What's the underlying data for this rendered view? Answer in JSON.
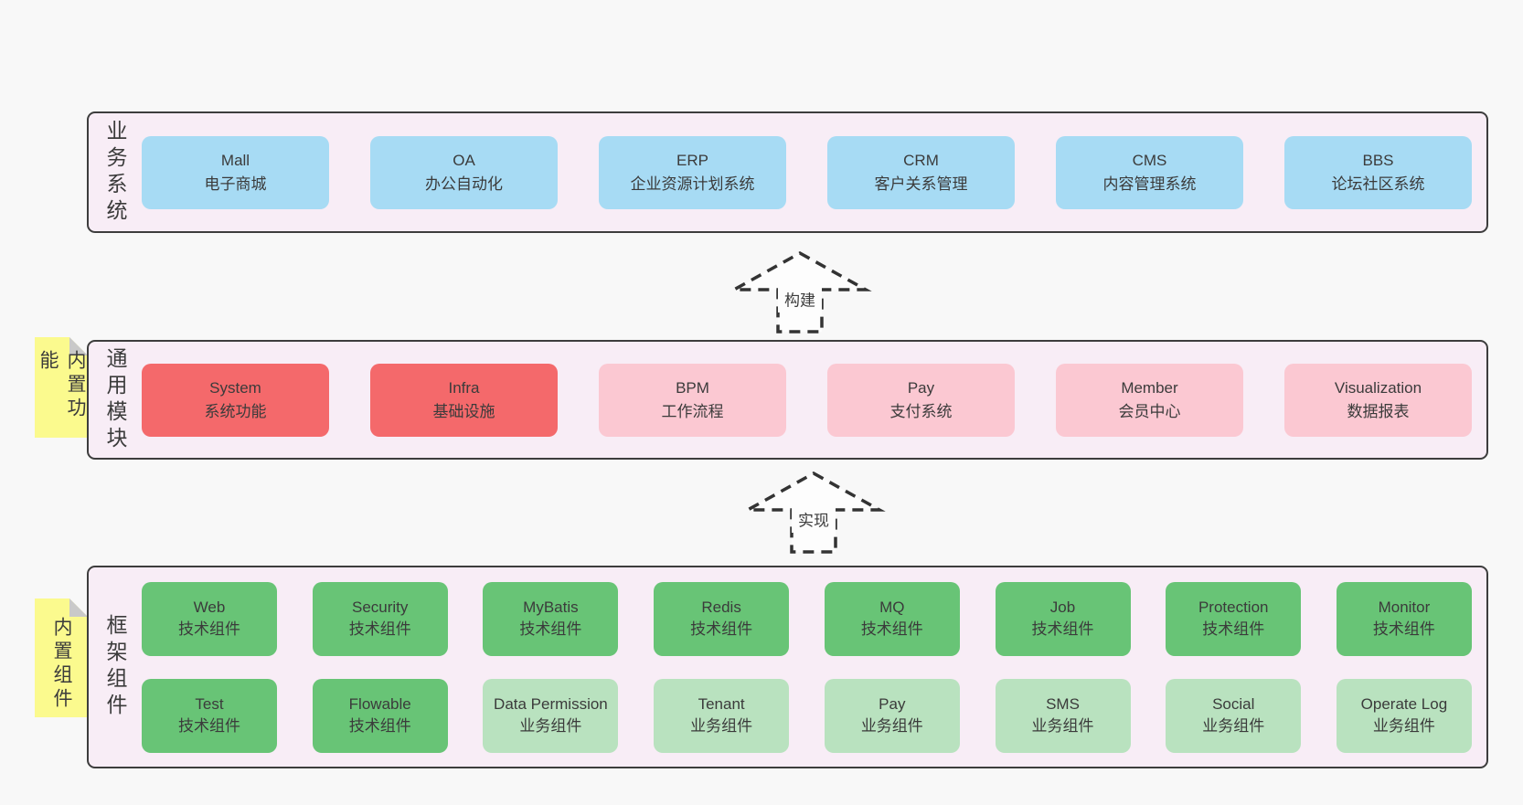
{
  "colors": {
    "page_bg": "#f8f8f8",
    "panel_bg": "#f8edf6",
    "panel_border": "#3d3d3d",
    "node_blue": "#a7dbf4",
    "node_red": "#f4696b",
    "node_pink": "#fbc8d2",
    "node_green": "#68c476",
    "node_light_green": "#b9e2bf",
    "sticky_yellow": "#fbfa8e",
    "sticky_fold_gray": "#c9c9c9",
    "text": "#3b3b3b"
  },
  "panels": {
    "business": {
      "label": "业务系统",
      "boxes": [
        {
          "title": "Mall",
          "subtitle": "电子商城"
        },
        {
          "title": "OA",
          "subtitle": "办公自动化"
        },
        {
          "title": "ERP",
          "subtitle": "企业资源计划系统"
        },
        {
          "title": "CRM",
          "subtitle": "客户关系管理"
        },
        {
          "title": "CMS",
          "subtitle": "内容管理系统"
        },
        {
          "title": "BBS",
          "subtitle": "论坛社区系统"
        }
      ]
    },
    "modules": {
      "label": "通用模块",
      "sticky": "内置功能",
      "boxes": [
        {
          "title": "System",
          "subtitle": "系统功能"
        },
        {
          "title": "Infra",
          "subtitle": "基础设施"
        },
        {
          "title": "BPM",
          "subtitle": "工作流程"
        },
        {
          "title": "Pay",
          "subtitle": "支付系统"
        },
        {
          "title": "Member",
          "subtitle": "会员中心"
        },
        {
          "title": "Visualization",
          "subtitle": "数据报表"
        }
      ]
    },
    "components": {
      "label": "框架组件",
      "sticky": "内置组件",
      "row1": [
        {
          "title": "Web",
          "subtitle": "技术组件"
        },
        {
          "title": "Security",
          "subtitle": "技术组件"
        },
        {
          "title": "MyBatis",
          "subtitle": "技术组件"
        },
        {
          "title": "Redis",
          "subtitle": "技术组件"
        },
        {
          "title": "MQ",
          "subtitle": "技术组件"
        },
        {
          "title": "Job",
          "subtitle": "技术组件"
        },
        {
          "title": "Protection",
          "subtitle": "技术组件"
        },
        {
          "title": "Monitor",
          "subtitle": "技术组件"
        }
      ],
      "row2": [
        {
          "title": "Test",
          "subtitle": "技术组件"
        },
        {
          "title": "Flowable",
          "subtitle": "技术组件"
        },
        {
          "title": "Data Permission",
          "subtitle": "业务组件"
        },
        {
          "title": "Tenant",
          "subtitle": "业务组件"
        },
        {
          "title": "Pay",
          "subtitle": "业务组件"
        },
        {
          "title": "SMS",
          "subtitle": "业务组件"
        },
        {
          "title": "Social",
          "subtitle": "业务组件"
        },
        {
          "title": "Operate Log",
          "subtitle": "业务组件"
        }
      ]
    }
  },
  "arrows": [
    {
      "label": "构建"
    },
    {
      "label": "实现"
    }
  ]
}
